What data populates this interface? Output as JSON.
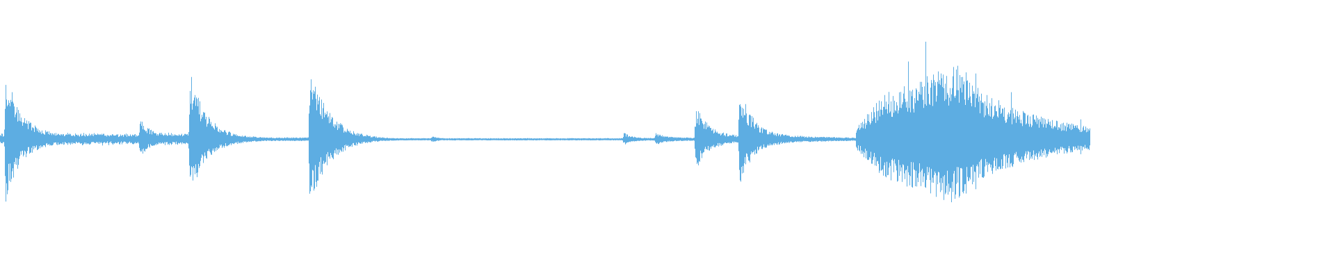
{
  "waveform": {
    "color": "#5dade2",
    "background": "#ffffff",
    "events": [
      {
        "t": 0.005,
        "peak": 0.48,
        "tail": 0.28,
        "sustain": 0.06
      },
      {
        "t": 0.128,
        "peak": 0.1,
        "tail": 0.12,
        "sustain": 0.05
      },
      {
        "t": 0.174,
        "peak": 0.49,
        "tail": 0.35,
        "sustain": 0.02
      },
      {
        "t": 0.284,
        "peak": 0.57,
        "tail": 0.45,
        "sustain": 0.003
      },
      {
        "t": 0.396,
        "peak": 0.02,
        "tail": 0.05,
        "sustain": 0.003
      },
      {
        "t": 0.572,
        "peak": 0.04,
        "tail": 0.06,
        "sustain": 0.01
      },
      {
        "t": 0.601,
        "peak": 0.04,
        "tail": 0.06,
        "sustain": 0.015
      },
      {
        "t": 0.638,
        "peak": 0.23,
        "tail": 0.22,
        "sustain": 0.035
      },
      {
        "t": 0.678,
        "peak": 0.35,
        "tail": 0.26,
        "sustain": 0.04
      }
    ],
    "cluster": {
      "start": 0.785,
      "end": 1.0,
      "level": 0.6
    }
  }
}
